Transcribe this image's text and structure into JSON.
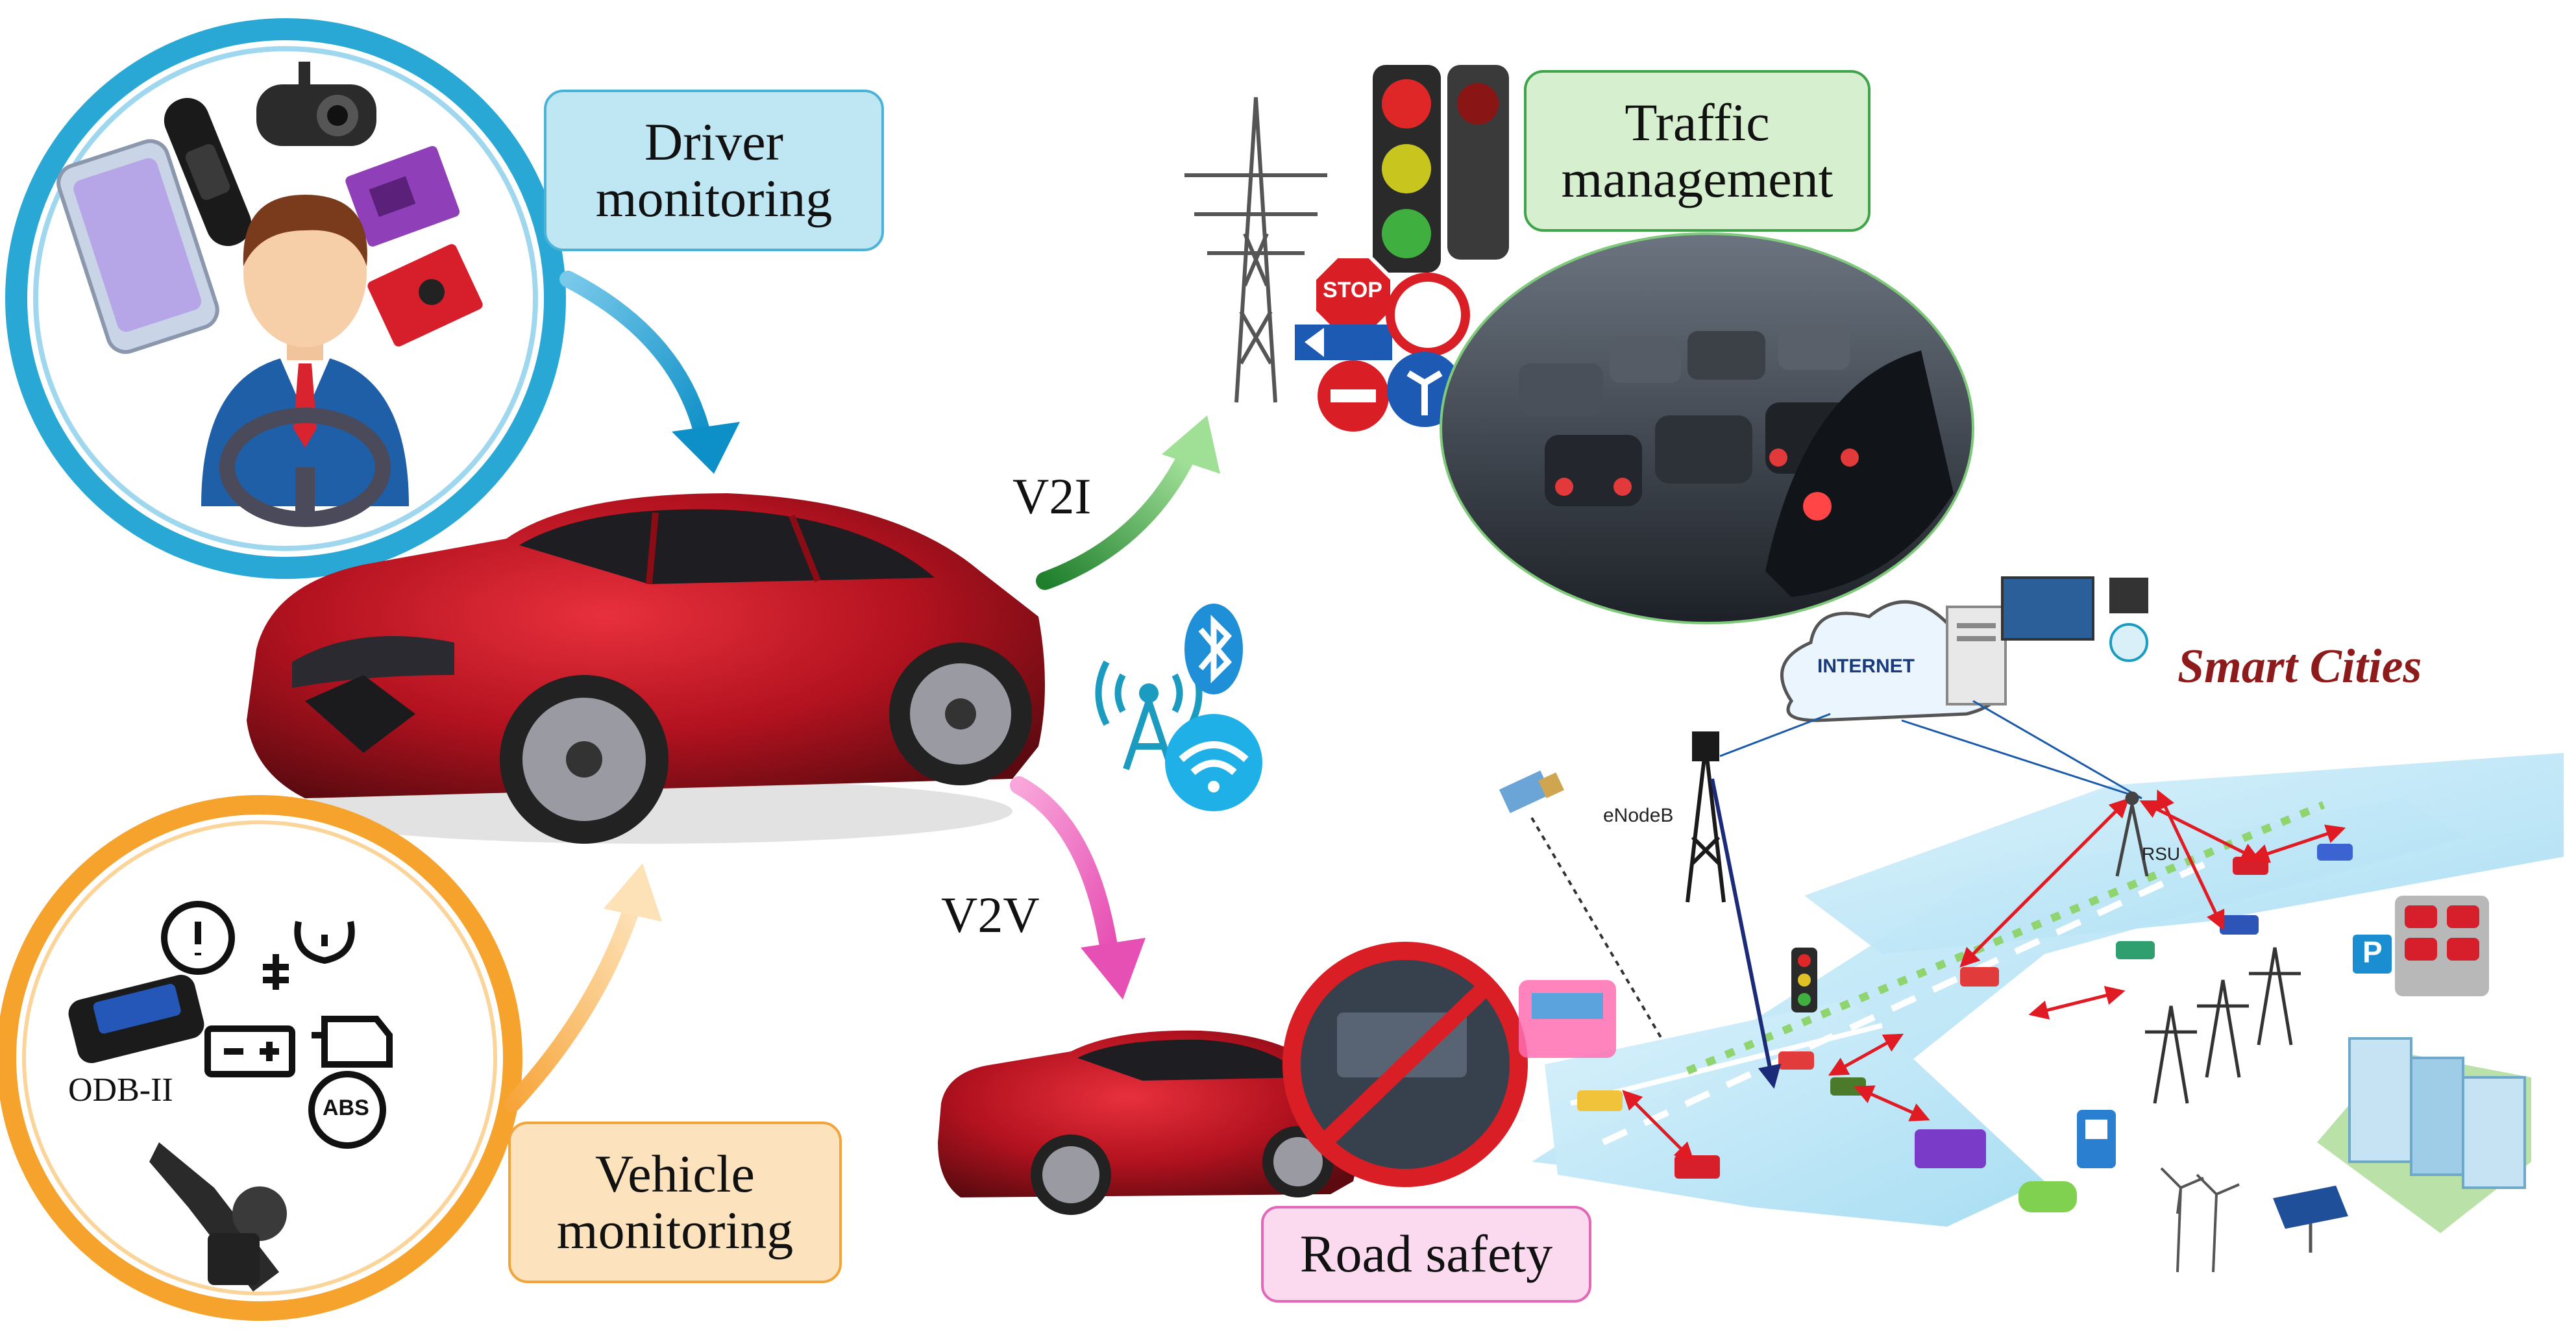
{
  "labels": {
    "driver_monitoring": "Driver\nmonitoring",
    "traffic_management": "Traffic\nmanagement",
    "vehicle_monitoring": "Vehicle\nmonitoring",
    "road_safety": "Road safety",
    "smart_cities": "Smart Cities",
    "v2i": "V2I",
    "v2v": "V2V",
    "odb": "ODB-II",
    "internet": "INTERNET",
    "enodeb": "eNodeB",
    "rsu": "RSU",
    "stop": "STOP",
    "abs": "ABS",
    "parking": "P"
  },
  "colors": {
    "driver_box": "#bfe6f3",
    "driver_border": "#4ab3d8",
    "traffic_box": "#d6f0cf",
    "traffic_border": "#3fa34a",
    "vehicle_box": "#fde3bd",
    "vehicle_border": "#f2a33a",
    "road_box": "#fbd9ef",
    "road_border": "#e268b8",
    "smart_cities": "#8e1b1b",
    "car_red": "#b3121f"
  },
  "icons": [
    "smartphone-icon",
    "smartwatch-icon",
    "dashcam-icon",
    "sensor-board-icon",
    "driver-avatar-icon",
    "traffic-light-icon",
    "power-tower-icon",
    "stop-sign-icon",
    "cell-tower-icon",
    "bluetooth-icon",
    "wifi-icon",
    "obd-scanner-icon",
    "battery-warning-icon",
    "engine-warning-icon",
    "tire-pressure-icon",
    "coolant-icon",
    "abs-icon",
    "cloud-icon",
    "server-icon",
    "satellite-icon",
    "wind-turbine-icon",
    "solar-panel-icon",
    "building-icon"
  ]
}
